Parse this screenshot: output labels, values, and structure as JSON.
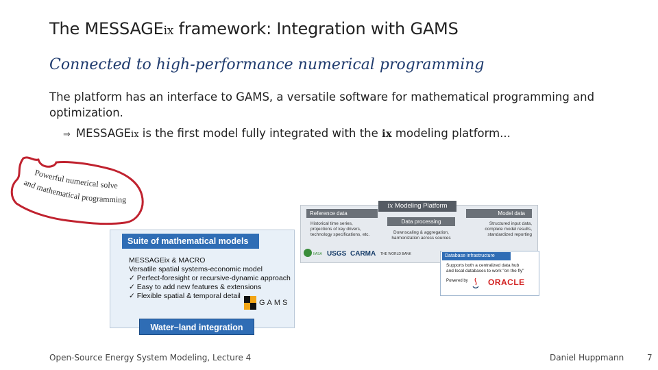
{
  "slide": {
    "title_main": "The MESSAGE",
    "title_ix": "ix",
    "title_rest": " framework: Integration with GAMS",
    "subtitle": "Connected to high-performance numerical programming",
    "body": "The platform has an interface to GAMS, a versatile software for mathematical programming and optimization.",
    "bullet_arrow": "⇒",
    "bullet_pre": "MESSAGE",
    "bullet_ix": "ix",
    "bullet_mid": " is the first model fully integrated with the ",
    "bullet_ix_bold": "ix",
    "bullet_post": " modeling platform..."
  },
  "puzzle": {
    "line1": "Powerful numerical solvers",
    "line2": "and mathematical programming"
  },
  "suite": {
    "header": "Suite of mathematical models",
    "items": [
      "MESSAGEix & MACRO",
      "Versatile spatial systems-economic model",
      "✓ Perfect-foresight or recursive-dynamic approach",
      "✓ Easy to add new features & extensions",
      "✓ Flexible spatial & temporal detail"
    ],
    "gams_label": "GAMS",
    "water_label": "Water–land integration"
  },
  "platform": {
    "header_ix": "ix",
    "header_text": " Modeling Platform",
    "reference_head": "Reference data",
    "reference_body": [
      "Historical time series,",
      "projections of key drivers,",
      "technology specifications, etc."
    ],
    "processing_head": "Data processing",
    "processing_body": [
      "Downscaling & aggregation,",
      "harmonization across sources"
    ],
    "model_head": "Model data",
    "model_body": [
      "Structured input data,",
      "complete model results,",
      "standardized reporting"
    ],
    "logos": [
      "IIASA",
      "USGS",
      "CARMA",
      "THE WORLD BANK"
    ]
  },
  "database": {
    "head": "Database infrastructure",
    "body": [
      "Supports both a centralized data hub",
      "and local databases to work \"on the fly\""
    ],
    "powered_by": "Powered by",
    "oracle": "ORACLE"
  },
  "footer": {
    "left": "Open-Source Energy System Modeling, Lecture 4",
    "right": "Daniel Huppmann",
    "page": "7"
  },
  "colors": {
    "subtitle": "#1f3b6e",
    "accent_blue": "#2f6db5",
    "puzzle_red": "#c0222f"
  }
}
